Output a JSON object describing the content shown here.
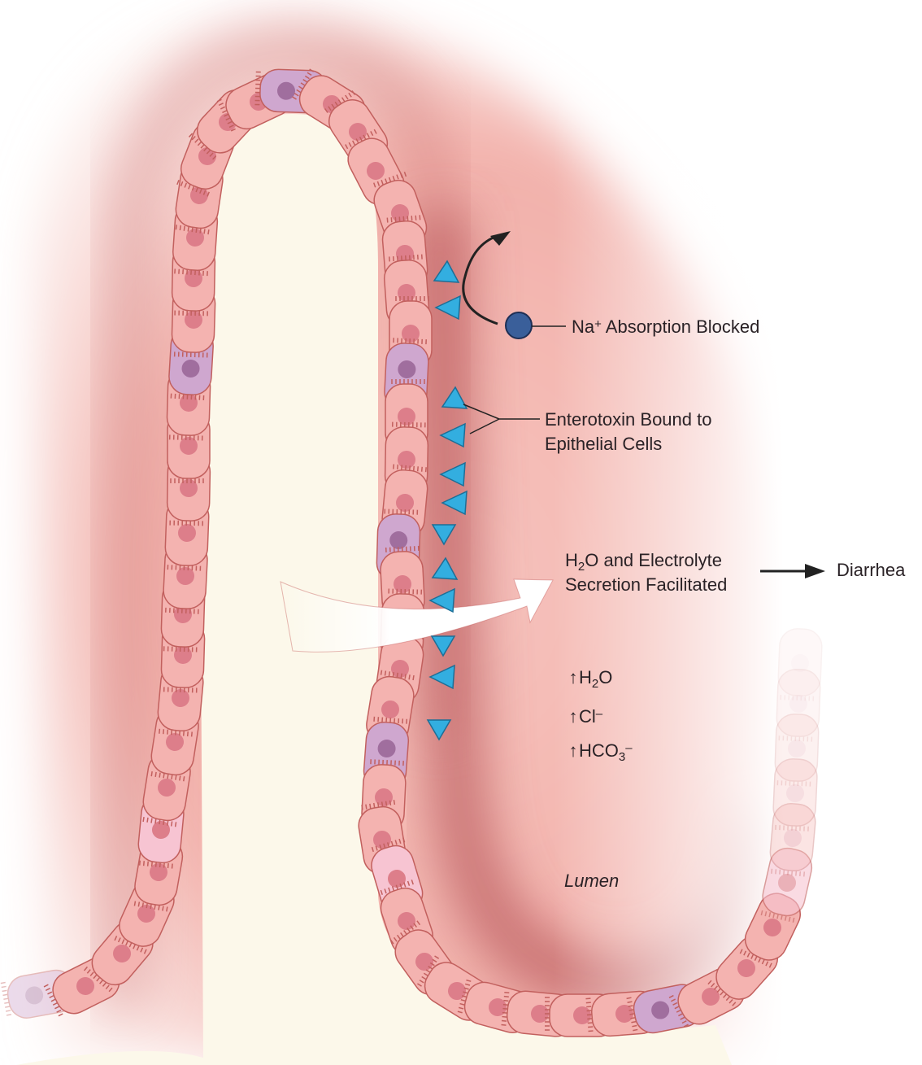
{
  "labels": {
    "na_absorption": "Na⁺ Absorption Blocked",
    "na_prefix": "Na",
    "na_sup": "+",
    "na_rest": " Absorption Blocked",
    "enterotoxin_line1": "Enterotoxin Bound to",
    "enterotoxin_line2": "Epithelial Cells",
    "secretion_line1_pre": "H",
    "secretion_line1_sub": "2",
    "secretion_line1_post": "O and Electrolyte",
    "secretion_line2": "Secretion Facilitated",
    "diarrhea": "Diarrhea",
    "lumen": "Lumen",
    "ion_h2o_pre": "H",
    "ion_h2o_sub": "2",
    "ion_h2o_post": "O",
    "ion_cl": "Cl",
    "ion_cl_sup": "–",
    "ion_hco3_pre": "HCO",
    "ion_hco3_sub": "3",
    "ion_hco3_sup": "–",
    "up_arrow": "↑"
  },
  "colors": {
    "cell": "#f4b3b0",
    "cell_stroke": "#c2605e",
    "nucleus": "#dd7e8a",
    "goblet": "#cfa7cf",
    "goblet_nucleus": "#a06e9e",
    "pale_cell": "#f7c4d2",
    "villus_core": "#fcf8ea",
    "toxin": "#33aee0",
    "sodium": "#3a5f9a",
    "lumen_dark": "#b24a4e",
    "lumen_light": "#f5c0bb"
  }
}
